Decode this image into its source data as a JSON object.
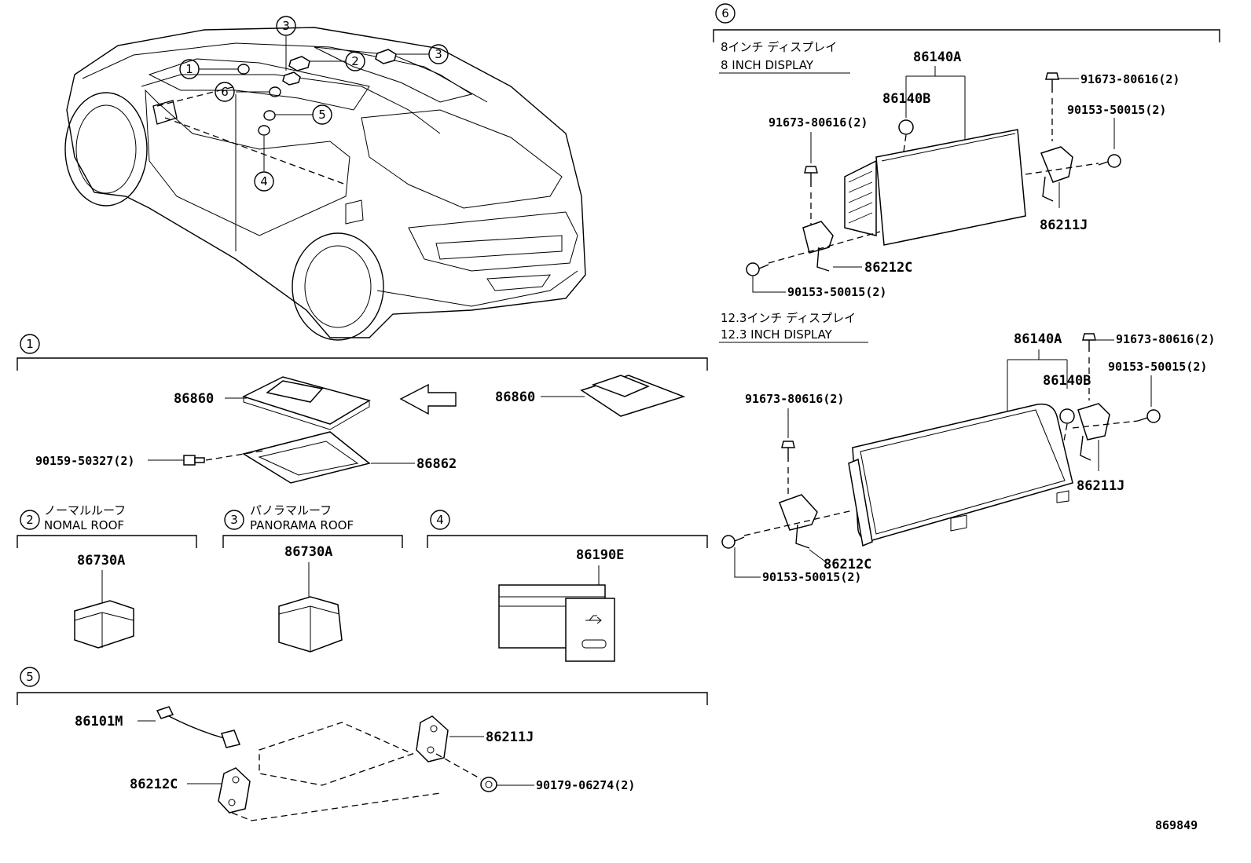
{
  "diagram_id": "869849",
  "callouts": {
    "c1": "1",
    "c2": "2",
    "c3": "3",
    "c4": "4",
    "c5": "5",
    "c6": "6",
    "car_1": "1",
    "car_2": "2",
    "car_3a": "3",
    "car_3b": "3",
    "car_4": "4",
    "car_5": "5",
    "car_6": "6"
  },
  "section1": {
    "part_86860_left": "86860",
    "part_86860_right": "86860",
    "part_86862": "86862",
    "bolt_90159": "90159-50327(2)"
  },
  "section2": {
    "title_jp": "ノーマルルーフ",
    "title_en": "NOMAL ROOF",
    "part": "86730A"
  },
  "section3": {
    "title_jp": "パノラマルーフ",
    "title_en": "PANORAMA ROOF",
    "part": "86730A"
  },
  "section4": {
    "part": "86190E"
  },
  "section5": {
    "part_86101M": "86101M",
    "part_86211J": "86211J",
    "part_86212C": "86212C",
    "part_90179": "90179-06274(2)"
  },
  "section6": {
    "display8_jp": "8インチ ディスプレイ",
    "display8_en": "8 INCH DISPLAY",
    "display12_jp": "12.3インチ ディスプレイ",
    "display12_en": "12.3 INCH DISPLAY",
    "d8_86140A": "86140A",
    "d8_86140B": "86140B",
    "d8_91673_left": "91673-80616(2)",
    "d8_91673_right": "91673-80616(2)",
    "d8_90153_right": "90153-50015(2)",
    "d8_90153_bottom": "90153-50015(2)",
    "d8_86211J": "86211J",
    "d8_86212C": "86212C",
    "d12_86140A": "86140A",
    "d12_86140B": "86140B",
    "d12_91673_left": "91673-80616(2)",
    "d12_91673_right": "91673-80616(2)",
    "d12_90153_right": "90153-50015(2)",
    "d12_90153_bottom": "90153-50015(2)",
    "d12_86211J": "86211J",
    "d12_86212C": "86212C"
  },
  "icons": {
    "arrow": "left-arrow-icon",
    "usb": "usb-icon"
  }
}
